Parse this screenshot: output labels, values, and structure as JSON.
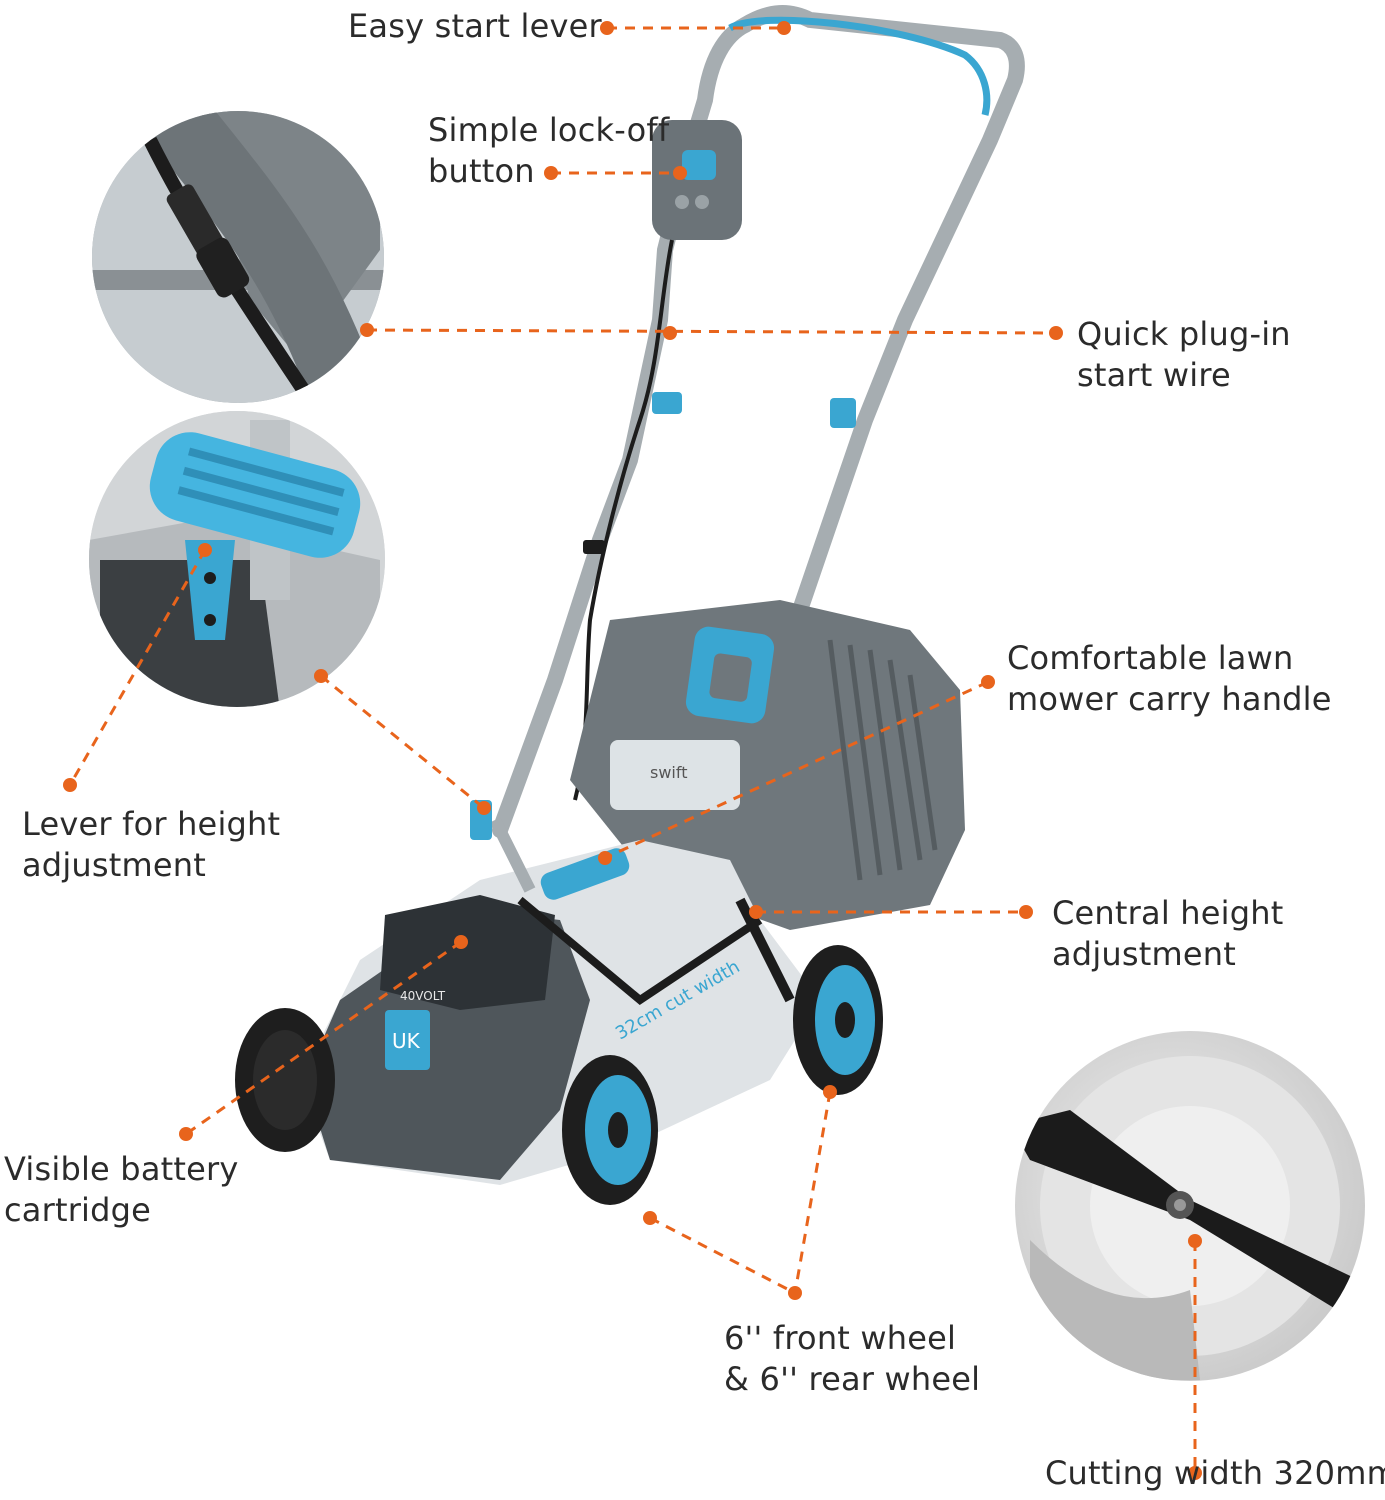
{
  "accent_color": "#e8641c",
  "product_color": "#3aa6d1",
  "callouts": {
    "easy_start": {
      "line1": "Easy start lever"
    },
    "lock_off": {
      "line1": "Simple lock-off",
      "line2": "button"
    },
    "plug_in": {
      "line1": "Quick plug-in",
      "line2": "start wire"
    },
    "carry_handle": {
      "line1": "Comfortable  lawn",
      "line2": "mower carry handle"
    },
    "height_lever": {
      "line1": "Lever for height",
      "line2": "adjustment"
    },
    "central_height": {
      "line1": "Central height",
      "line2": "adjustment"
    },
    "battery": {
      "line1": "Visible battery",
      "line2": "cartridge"
    },
    "wheels": {
      "line1": "6'' front wheel",
      "line2": "& 6'' rear wheel"
    },
    "cutting_width": {
      "line1": "Cutting width 320mm"
    }
  },
  "product_marks": {
    "brand": "swift",
    "battery_badge": "UK",
    "battery_voltage": "40VOLT",
    "deck_text": "32cm cut width"
  }
}
